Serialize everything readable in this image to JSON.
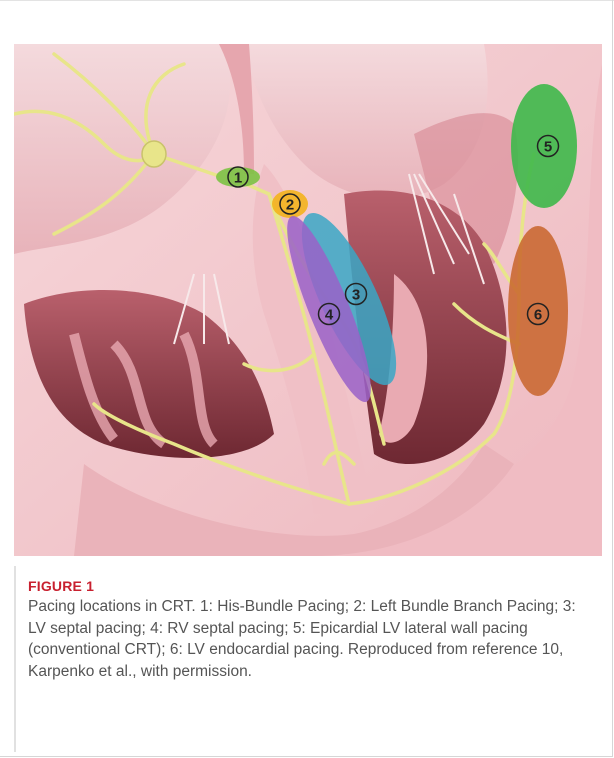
{
  "figure": {
    "label": "FIGURE 1",
    "caption": "Pacing locations in CRT. 1: His-Bundle Pacing; 2: Left Bundle Branch Pacing; 3: LV septal pacing; 4: RV septal pacing; 5: Epicardial LV lateral wall pacing (conventional CRT); 6: LV endocardial pacing. Reproduced from reference 10, Karpenko et al., with permission."
  },
  "markers": [
    {
      "label": "1",
      "color": "#7cc242"
    },
    {
      "label": "2",
      "color": "#f3b21c"
    },
    {
      "label": "3",
      "color": "#3aa7c6"
    },
    {
      "label": "4",
      "color": "#9a62c8"
    },
    {
      "label": "5",
      "color": "#3eb84a"
    },
    {
      "label": "6",
      "color": "#c8642a"
    }
  ],
  "colors": {
    "tissue": "#f2c7cc",
    "tissue_dark": "#e59ca6",
    "chamber": "#8a3a45",
    "conduction": "#e8e58a",
    "caption_label": "#c8202f"
  }
}
